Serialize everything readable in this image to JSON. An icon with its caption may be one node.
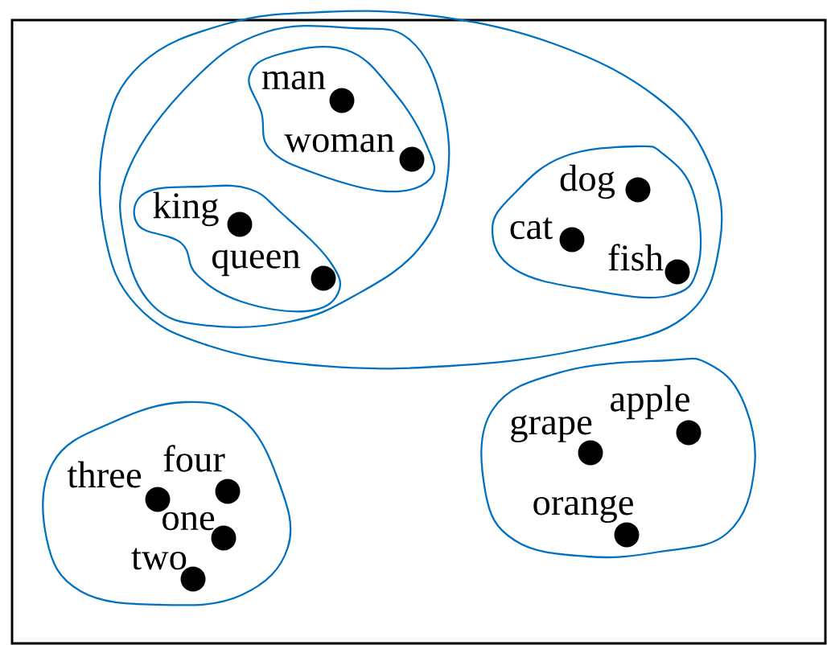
{
  "diagram": {
    "nodes": [
      {
        "text": [],
        "shape": "circle"
      },
      {
        "text": [],
        "shape": "circle",
        "in": 0
      },
      {
        "text": [],
        "shape": "circle",
        "in": 1
      },
      {
        "text": [
          "man"
        ],
        "in": 2
      },
      {
        "text": [
          "woman"
        ],
        "in": 2
      },
      {
        "text": [],
        "shape": "circle",
        "in": 1
      },
      {
        "text": [
          "king"
        ],
        "in": 5
      },
      {
        "text": [
          "queen"
        ],
        "in": 5
      },
      {
        "text": [],
        "shape": "circle",
        "in": 0
      },
      {
        "text": [
          "dog"
        ],
        "in": 8
      },
      {
        "text": [
          "cat"
        ],
        "in": 8
      },
      {
        "text": [
          "fish"
        ],
        "in": 8
      },
      {
        "text": [],
        "shape": "circle"
      },
      {
        "text": [
          "three"
        ],
        "in": 12
      },
      {
        "text": [
          "four"
        ],
        "in": 12
      },
      {
        "text": [
          "one"
        ],
        "in": 12
      },
      {
        "text": [
          "two"
        ],
        "in": 12
      },
      {
        "text": [],
        "shape": "circle"
      },
      {
        "text": [
          "grape"
        ],
        "in": 17
      },
      {
        "text": [
          "apple"
        ],
        "in": 17
      },
      {
        "text": [
          "orange"
        ],
        "in": 17
      }
    ]
  }
}
